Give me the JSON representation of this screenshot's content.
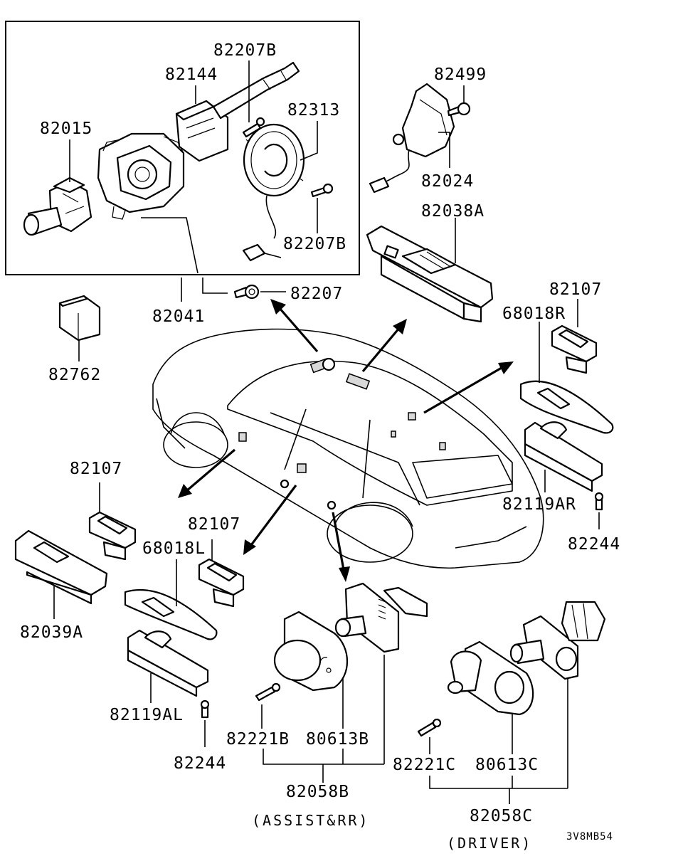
{
  "parts": {
    "p82207B_top": "82207B",
    "p82144": "82144",
    "p82015": "82015",
    "p82313": "82313",
    "p82207B_mid": "82207B",
    "p82041": "82041",
    "p82207": "82207",
    "p82762": "82762",
    "p82499": "82499",
    "p82024": "82024",
    "p82038A": "82038A",
    "p82107_r": "82107",
    "p68018R": "68018R",
    "p82119AR": "82119AR",
    "p82244_r": "82244",
    "p82107_l": "82107",
    "p82039A": "82039A",
    "p82107_m": "82107",
    "p68018L": "68018L",
    "p82119AL": "82119AL",
    "p82244_l": "82244",
    "p82221B": "82221B",
    "p80613B": "80613B",
    "p82058B": "82058B",
    "p82221C": "82221C",
    "p80613C": "80613C",
    "p82058C": "82058C"
  },
  "notes": {
    "assist": "(ASSIST&RR)",
    "driver": "(DRIVER)",
    "diagram_code": "3V8MB54"
  },
  "colors": {
    "ink": "#000000",
    "paper": "#ffffff"
  }
}
